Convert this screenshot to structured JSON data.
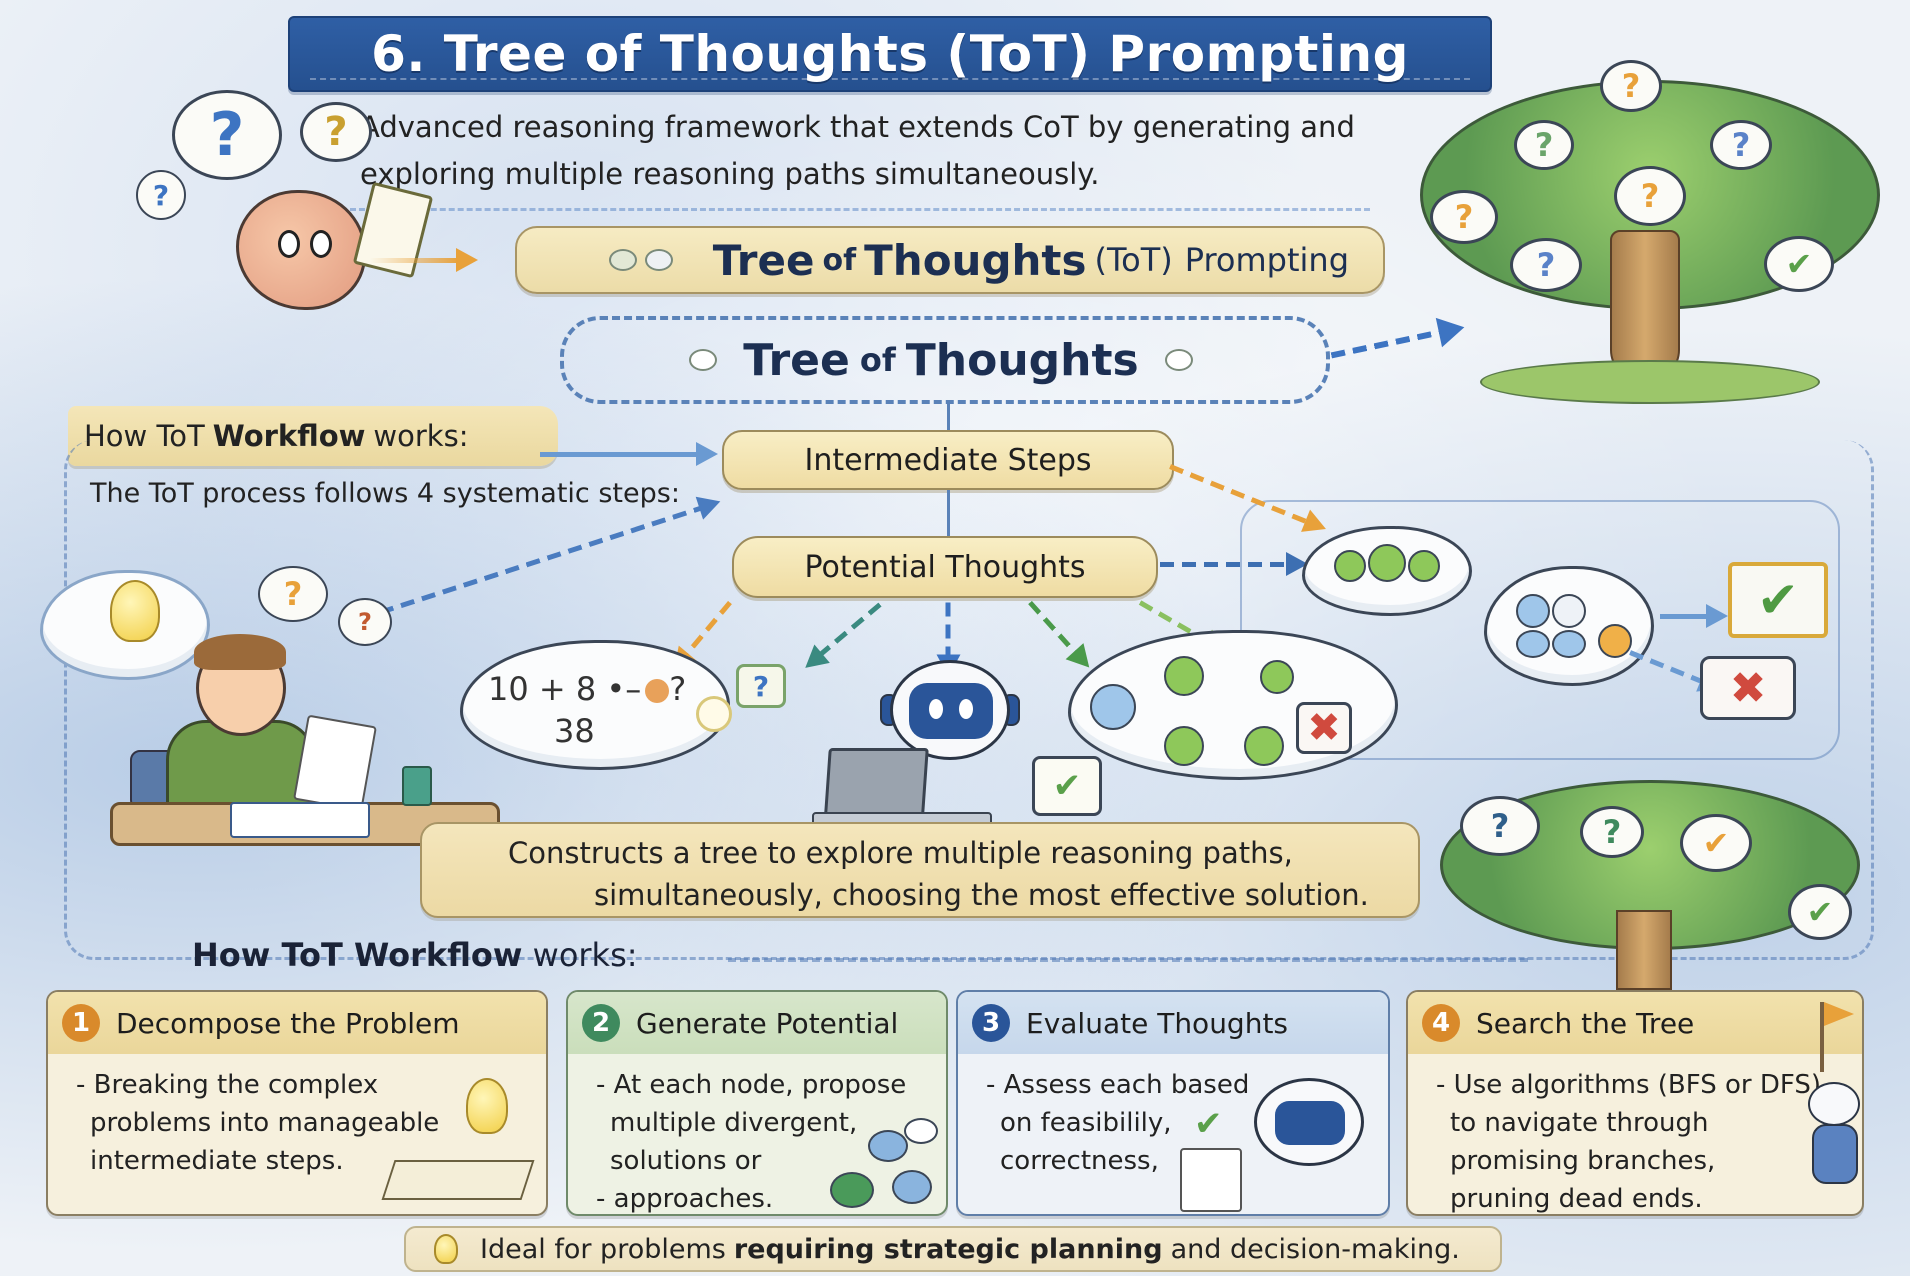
{
  "header": {
    "title": "6. Tree of Thoughts (ToT) Prompting",
    "intro_line1": "Advanced reasoning framework that extends CoT by generating and",
    "intro_line2": "exploring multiple reasoning paths simultaneously."
  },
  "main_pill": {
    "word1": "Tree",
    "word2": "of",
    "word3": "Thoughts",
    "word4": "(ToT)",
    "word5": "Prompting"
  },
  "tot_pill": {
    "word1": "Tree",
    "word2": "of",
    "word3": "Thoughts"
  },
  "workflow_label": {
    "prefix": "How ToT",
    "bold": "Workflow",
    "suffix": "works:",
    "subtitle": "The ToT process follows 4 systematic steps:"
  },
  "nodes": {
    "intermediate": "Intermediate Steps",
    "potential": "Potential Thoughts"
  },
  "math_cloud": {
    "expr": "10 + 8 •–",
    "q": "?",
    "result": "38"
  },
  "symbols": {
    "question": "?",
    "check": "✔",
    "cross": "✖"
  },
  "description": {
    "line1": "Constructs a tree to explore multiple reasoning paths,",
    "line2": "simultaneously, choosing the most effective solution."
  },
  "workflow_section": {
    "bold": "How ToT Workflow",
    "suffix": "works:"
  },
  "steps": [
    {
      "number": "1",
      "title": "Decompose the Problem",
      "lines": [
        "- Breaking the complex",
        "problems into manageable",
        "intermediate steps."
      ],
      "color": "#d98a2b"
    },
    {
      "number": "2",
      "title": "Generate Potential",
      "lines": [
        "- At each node, propose",
        "multiple divergent,",
        "solutions or",
        "- approaches."
      ],
      "color": "#3f8a5e"
    },
    {
      "number": "3",
      "title": "Evaluate Thoughts",
      "lines": [
        "- Assess each based",
        "on feasibilily,",
        "correctness,"
      ],
      "color": "#2a5599"
    },
    {
      "number": "4",
      "title": "Search the Tree",
      "lines": [
        "- Use algorithms (BFS or DFS)",
        "to navigate through",
        "promising branches,",
        "pruning dead ends."
      ],
      "color": "#d98a2b"
    }
  ],
  "footer": {
    "prefix": "Ideal for problems",
    "bold": "requiring strategic planning",
    "suffix": "and decision-making."
  },
  "colors": {
    "banner": "#2f5fa5",
    "accent_orange": "#e8a13a",
    "accent_green": "#5aa04a",
    "accent_red": "#d04a3e",
    "dash_blue": "#3d74c2"
  }
}
